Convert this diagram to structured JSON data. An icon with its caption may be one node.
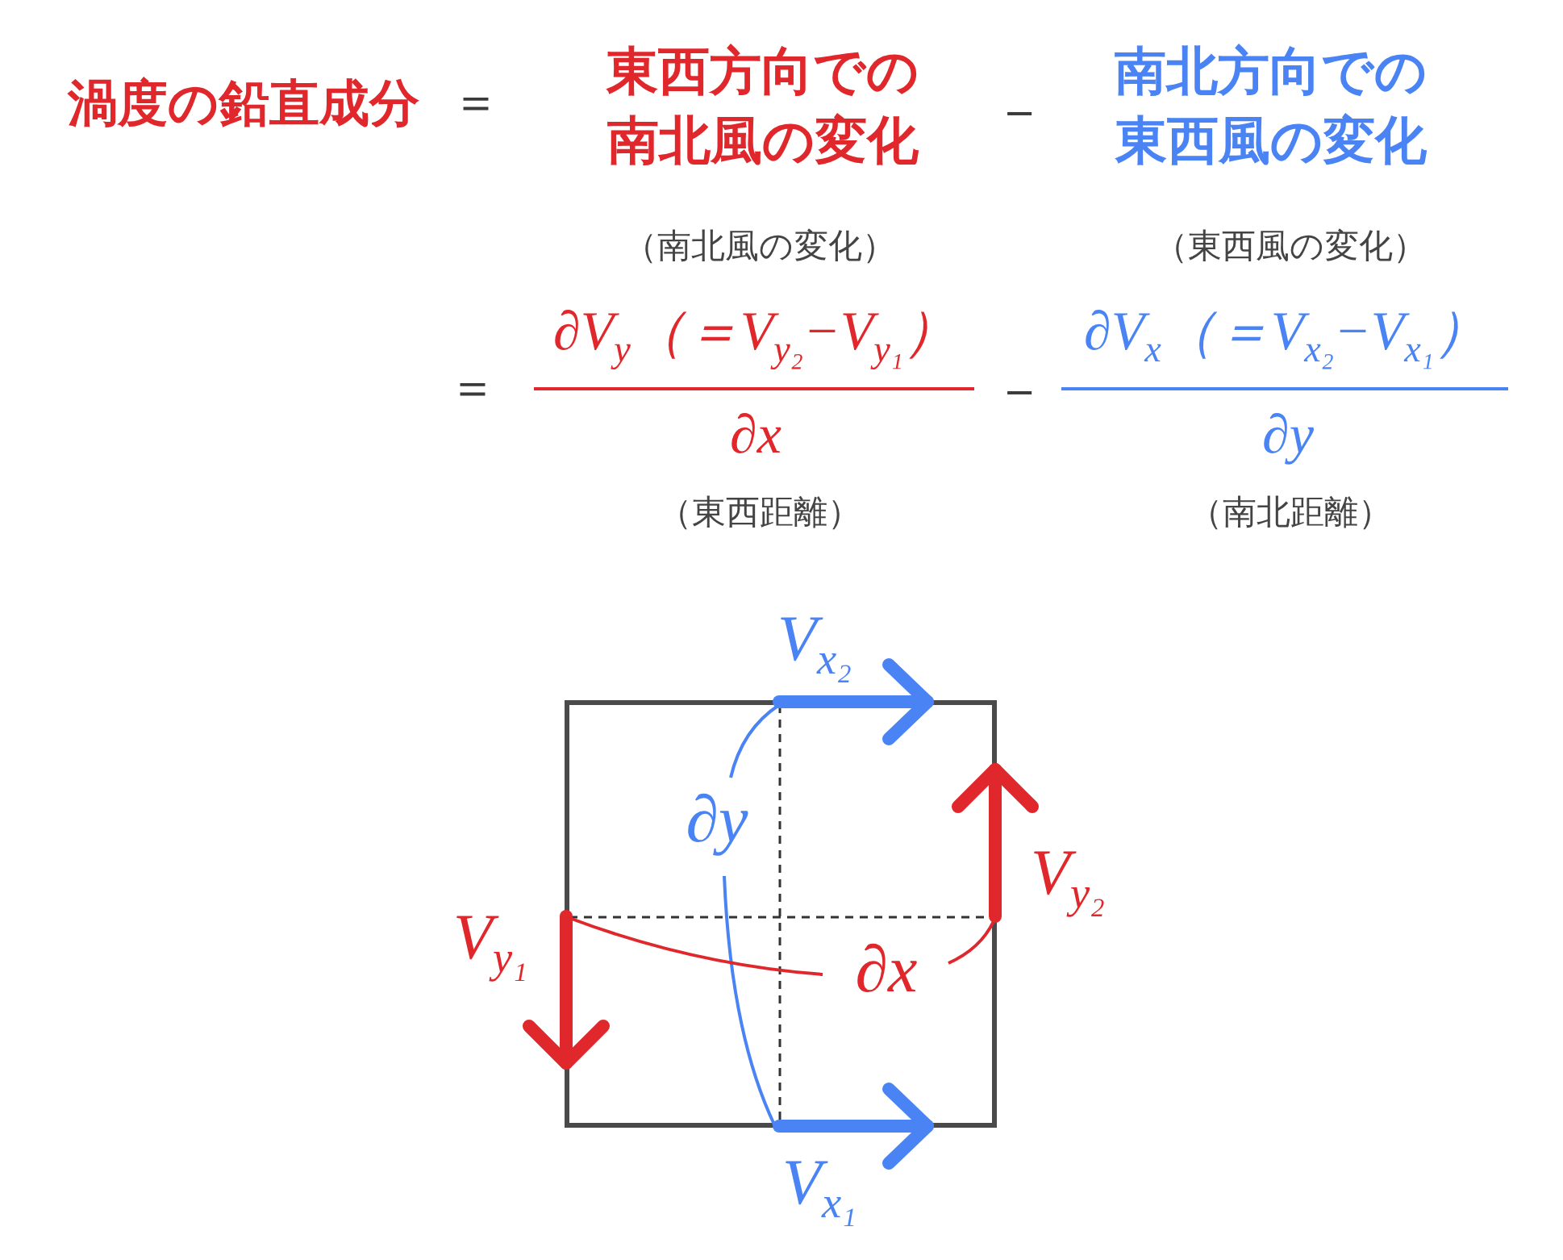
{
  "diagram": {
    "nodes": [
      {
        "text": [
          "∂y",
          "∂x"
        ]
      }
    ],
    "labels": [
      "渦度の鉛直成分",
      "＝",
      "東西方向での南北風の変化",
      "−",
      "南北方向での東西風の変化",
      "（南北風の変化）",
      "（東西風の変化）",
      "＝",
      "∂V$_{y}$（＝V$_{y₂}$−V$_{y₁}$）",
      "−",
      "∂V$_{x}$（＝V$_{x₂}$−V$_{x₁}$）",
      "∂x",
      "∂y",
      "（東西距離）",
      "（南北距離）",
      "V$_{x₂}$",
      "V$_{y₂}$",
      "V$_{y₁}$",
      "V$_{x₁}$"
    ]
  }
}
